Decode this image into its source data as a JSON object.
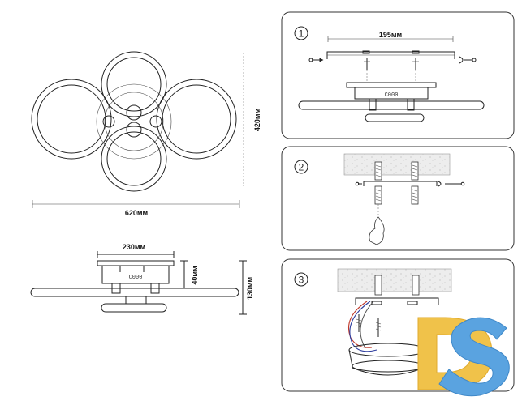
{
  "drawing": {
    "top_view": {
      "width_label": "620мм",
      "height_label": "420мм"
    },
    "side_view": {
      "width_label": "230мм",
      "height_label": "40мм",
      "total_height_label": "130мм",
      "display": "C000"
    }
  },
  "steps": [
    {
      "number": "1",
      "bracket_label": "195мм",
      "display": "C000"
    },
    {
      "number": "2"
    },
    {
      "number": "3"
    }
  ],
  "logo": {
    "text": "DS",
    "colors": {
      "d": "#f0c24a",
      "s": "#5aa3e0"
    }
  }
}
